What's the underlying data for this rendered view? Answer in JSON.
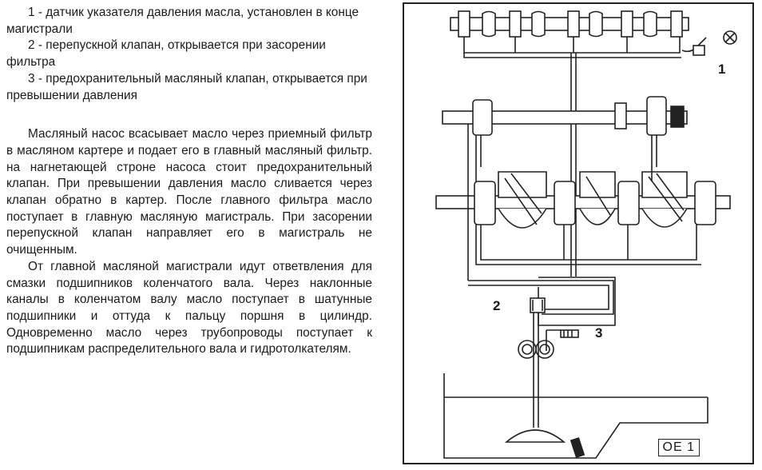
{
  "legend": [
    "1 - датчик указателя давления масла, установлен в конце магистрали",
    "2 - перепускной клапан, открывается при засорении фильтра",
    "3 - предохранительный масляный клапан, открыва­ется при превышении давления"
  ],
  "paragraphs": [
    "Масляный насос всасывает масло через приемный фильтр в масляном картере и подает его в главный мас­ляный фильтр. на нагнетающей строне насоса стоит предохранительный клапан. При превышении давления масло сливается через клапан обратно в картер. После главного фильтра масло поступает в главную масляную магистраль. При засорении перепускной клапан направ­ляет его в магистраль не очищенным.",
    "От главной масляной магистрали идут ответвления для смазки подшипников коленчатого вала. Через на­клонные каналы в коленчатом валу масло поступает в шатунные подшипники и оттуда к пальцу поршня в ци­линдр. Одновременно масло через трубопроводы по­ступает к подшипникам распределительного вала и гид­ротолкателям."
  ],
  "figure": {
    "callouts": [
      "1",
      "2",
      "3"
    ],
    "code": "OE 1"
  }
}
